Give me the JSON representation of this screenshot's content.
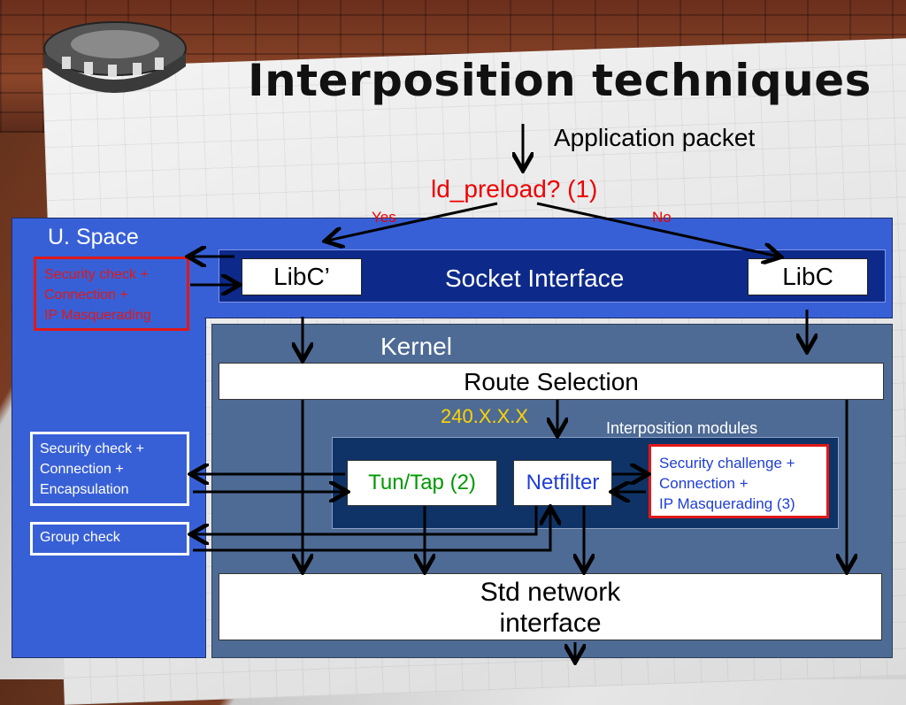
{
  "slide": {
    "title": "Interposition techniques",
    "application_packet": "Application packet",
    "ld_preload": "ld_preload? (1)",
    "yes": "Yes",
    "no": "No"
  },
  "user_space": {
    "title": "U. Space",
    "socket_interface": "Socket Interface",
    "libc_prime": "LibC’",
    "libc": "LibC",
    "security_masq": [
      "Security check +",
      "Connection +",
      "IP Masquerading"
    ],
    "security_encap": [
      "Security check +",
      "Connection +",
      "Encapsulation"
    ],
    "group_check": "Group check"
  },
  "kernel": {
    "title": "Kernel",
    "route_selection": "Route Selection",
    "ip_range": "240.X.X.X",
    "interposition_modules": "Interposition modules",
    "tuntap": "Tun/Tap (2)",
    "netfilter": "Netfilter",
    "security_challenge": [
      "Security challenge +",
      "Connection +",
      "IP Masquerading (3)"
    ],
    "std_network": [
      "Std network",
      "interface"
    ]
  },
  "colors": {
    "user_space_blue": "#3860d6",
    "socket_bar": "#0d2a8a",
    "kernel_panel": "#4e6b95",
    "modules_panel": "#0f3366",
    "highlight_red": "#e01818",
    "ip_yellow": "#ffd400",
    "tuntap_green": "#009900",
    "netfilter_blue": "#1f3dd6"
  }
}
